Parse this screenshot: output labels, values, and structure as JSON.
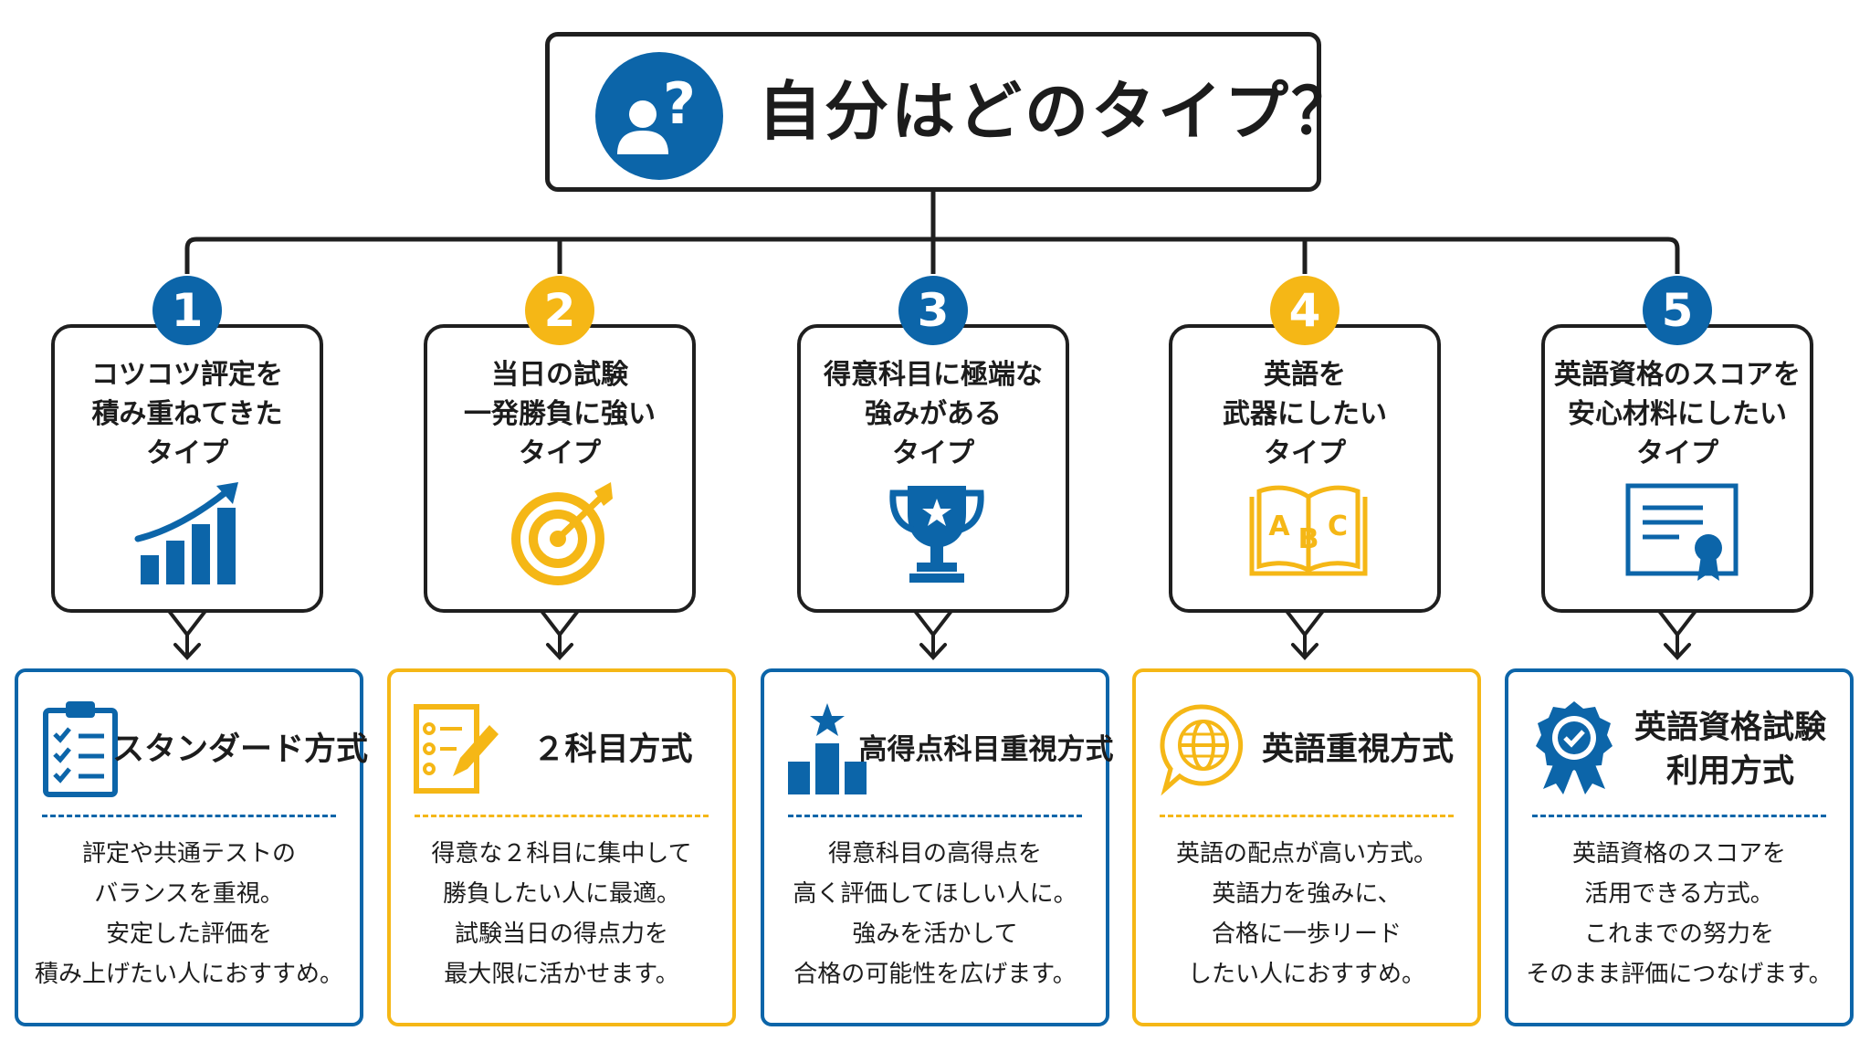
{
  "title": {
    "text": "自分はどのタイプ？",
    "icon": "question-person-icon"
  },
  "colors": {
    "blue": "#0c65a9",
    "yellow": "#f5b716",
    "line": "#1f1f1f"
  },
  "types": [
    {
      "number": "1",
      "lines": [
        "コツコツ評定を",
        "積み重ねてきた",
        "タイプ"
      ],
      "icon": "growth-chart-icon",
      "method": {
        "icon": "checklist-clipboard-icon",
        "title_lines": [
          "スタンダード方式"
        ],
        "desc_lines": [
          "評定や共通テストの",
          "バランスを重視。",
          "安定した評価を",
          "積み上げたい人におすすめ。"
        ]
      }
    },
    {
      "number": "2",
      "lines": [
        "当日の試験",
        "一発勝負に強い",
        "タイプ"
      ],
      "icon": "target-icon",
      "method": {
        "icon": "exam-sheet-pencil-icon",
        "title_lines": [
          "２科目方式"
        ],
        "desc_lines": [
          "得意な２科目に集中して",
          "勝負したい人に最適。",
          "試験当日の得点力を",
          "最大限に活かせます。"
        ]
      }
    },
    {
      "number": "3",
      "lines": [
        "得意科目に極端な",
        "強みがある",
        "タイプ"
      ],
      "icon": "trophy-icon",
      "method": {
        "icon": "podium-star-icon",
        "title_lines": [
          "高得点科目重視方式"
        ],
        "desc_lines": [
          "得意科目の高得点を",
          "高く評価してほしい人に。",
          "強みを活かして",
          "合格の可能性を広げます。"
        ]
      }
    },
    {
      "number": "4",
      "lines": [
        "英語を",
        "武器にしたい",
        "タイプ"
      ],
      "icon": "abc-book-icon",
      "method": {
        "icon": "globe-bubble-icon",
        "title_lines": [
          "英語重視方式"
        ],
        "desc_lines": [
          "英語の配点が高い方式。",
          "英語力を強みに、",
          "合格に一歩リード",
          "したい人におすすめ。"
        ]
      }
    },
    {
      "number": "5",
      "lines": [
        "英語資格のスコアを",
        "安心材料にしたい",
        "タイプ"
      ],
      "icon": "certificate-icon",
      "method": {
        "icon": "award-badge-icon",
        "title_lines": [
          "英語資格試験",
          "利用方式"
        ],
        "desc_lines": [
          "英語資格のスコアを",
          "活用できる方式。",
          "これまでの努力を",
          "そのまま評価につなげます。"
        ]
      }
    }
  ]
}
